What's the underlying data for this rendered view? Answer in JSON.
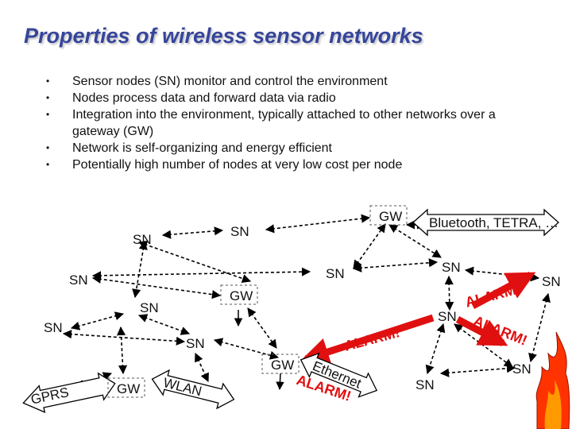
{
  "slide": {
    "title": "Properties of wireless sensor networks",
    "bullets": [
      "Sensor nodes (SN) monitor and control the environment",
      "Nodes process data and forward data via radio",
      "Integration into the environment, typically attached to other networks over a gateway (GW)",
      "Network is self-organizing and energy efficient",
      "Potentially high number of nodes at very low cost per node"
    ],
    "bullet_symbol": "•"
  },
  "diagram": {
    "sensor_node_label": "SN",
    "gateway_label": "GW",
    "external_networks": {
      "bluetooth": "Bluetooth, TETRA, …",
      "gprs": "GPRS",
      "wlan": "WLAN",
      "ethernet": "Ethernet"
    },
    "alarm_label": "ALARM!",
    "colors": {
      "alarm": "#e01010",
      "title": "#36459b",
      "fire": "#ff3300"
    },
    "icons": [
      "fire-icon",
      "arrow-icon"
    ]
  }
}
